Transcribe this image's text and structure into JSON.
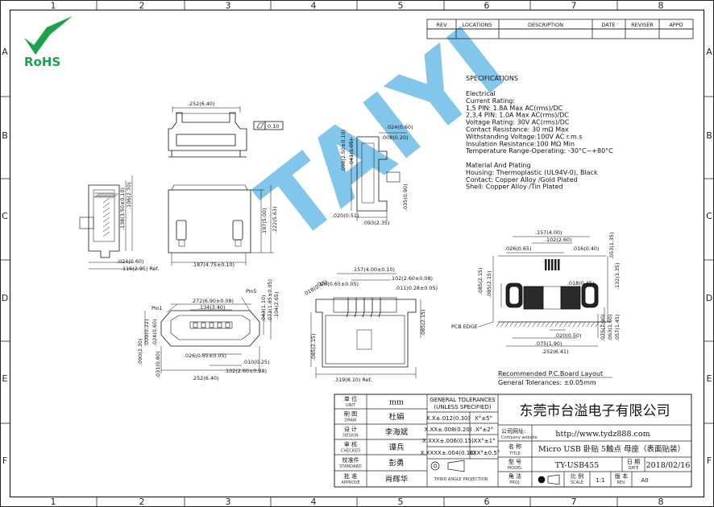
{
  "zones": {
    "columns": [
      "1",
      "2",
      "3",
      "4",
      "5",
      "6",
      "7",
      "8"
    ],
    "rows": [
      "A",
      "B",
      "C",
      "D",
      "E",
      "F"
    ]
  },
  "logo": {
    "text": "RoHS",
    "color": "#1aa34a"
  },
  "watermark": {
    "text": "TAIYI",
    "color": "#5ab4e6"
  },
  "revision": {
    "headers": [
      "REV",
      "LOCATIONS",
      "DESCRIPTION",
      "DATE",
      "REVISER",
      "APPD"
    ]
  },
  "specs": {
    "title": "SPECIFICATIONS",
    "lines": [
      "Electrical",
      "Current Rating:",
      "1,5 PIN: 1.8A Max AC(rms)/DC",
      "2,3,4 PIN: 1.0A Max AC(rms)/DC",
      "Voltage Rating: 30V AC(rms)/DC",
      "Contact Resistance: 30 mΩ Max",
      "Withstanding Voltage:100V AC r.m.s",
      "Insulation Resistance:100 MΩ Min",
      "Temperature Range-Operating: -30°C~+80°C",
      "",
      "Material And Plating",
      "Housing: Thermoplastic (UL94V-0), Black",
      "Contact: Copper Alloy /Gold Plated",
      "Shell: Copper Alloy /Tin Plated"
    ]
  },
  "pcb": {
    "layout_title": "Recommended P.C.Board Layout",
    "tolerance": "General Tolerances: ±0.05mm",
    "edge_label": "PCB EDGE"
  },
  "dims": {
    "top_width": ".252(6.40)",
    "flatness": "0.10",
    "side_h1": ".106(2.70)",
    "side_h2": ".138(3.50±0.10)",
    "side_b1": ".024(0.60)",
    "side_b2": ".116(2.95) Ref.",
    "body_w": ".187(4.75±0.10)",
    "body_h1": ".197(5.00)",
    "body_h2": ".222(5.63)",
    "rs_a": ".024(0.60)",
    "rs_b": ".008(0.20)",
    "rs_c": ".041(1.05)",
    "rs_d": ".098(2.50±0.10)",
    "rs_e": ".035(0.90)",
    "rs_f": ".020(0.51)",
    "rs_g": ".093(2.35)",
    "fr_pin5": "Pin5",
    "fr_pin1": "Pin1",
    "fr_a": ".272(6.90±0.08)",
    "fr_b": ".134(3.40)",
    "fr_c": ".104(2.65)",
    "fr_d": ".073(1.85±0.05)",
    "fr_e": ".043(1.10)",
    "fr_f": ".009(0.22)",
    "fr_g": ".024(0.60)",
    "fr_h": ".090(2.30)",
    "fr_i": ".031(0.80)",
    "fr_j": ".026(0.65±0.05)",
    "fr_k": ".010(0.25)",
    "fr_l": ".102(2.60±0.08)",
    "fr_m": ".252(6.40)",
    "bk_a": ".157(4.00±0.10)",
    "bk_b": ".026(0.65±0.05)",
    "bk_c": ".102(2.60±0.08)",
    "bk_d": ".011(0.28±0.05)",
    "bk_e": ".018(0.45)",
    "bk_f": ".085(2.15)",
    "bk_g": ".085(2.15)",
    "bk_h": ".319(8.10) Ref.",
    "pc_a": ".157(4.00)",
    "pc_b": ".102(2.60)",
    "pc_c": ".026(0.65)",
    "pc_d": ".016(0.40)",
    "pc_e": ".053(1.35)",
    "pc_f": ".085(2.15)",
    "pc_g": ".085(2.15)",
    "pc_h": ".018(0.45)",
    "pc_i": ".132(3.35)",
    "pc_j": ".075(1.90)",
    "pc_k": ".063(1.60)",
    "pc_l": ".057(1.45)",
    "pc_m": ".020(0.50)",
    "pc_n": ".075(1.90)",
    "pc_o": ".252(6.41)"
  },
  "title_block": {
    "rows": [
      {
        "cn": "单  位",
        "en": "UNIT",
        "value": "mm"
      },
      {
        "cn": "制  图",
        "en": "DRAW",
        "value": "杜娟"
      },
      {
        "cn": "设  计",
        "en": "DESIGN",
        "value": "李海斌"
      },
      {
        "cn": "审  核",
        "en": "CHECKED",
        "value": "谭兵"
      },
      {
        "cn": "校准件",
        "en": "STANDARD",
        "value": "彭勇"
      },
      {
        "cn": "批  准",
        "en": "APPROVE",
        "value": "肖辉华"
      }
    ],
    "tol_title": "GENERAL TOLERANCES",
    "tol_sub": "(UNLESS SPECIFIED)",
    "tol_rows": [
      {
        "a": "X.X±.012(0.30)",
        "b": "X°±5°"
      },
      {
        "a": "X.XX±.008(0.20)",
        "b": ".X°±2°"
      },
      {
        "a": "X.XXX±.006(0.15)",
        "b": ".XX°±1°"
      },
      {
        "a": "X.XXXX±.004(0.10)",
        "b": ".XXX°±0.5°"
      }
    ],
    "projection": "THIRD ANGLE PROJECTION",
    "company": "东莞市台溢电子有限公司",
    "website_cn": "公司网址:",
    "website_en": "Company website",
    "url": "http://www.tydz888.com",
    "name_cn": "名  称",
    "name_en": "TITLE",
    "title": "Micro USB 卧贴 5触点 母座（表面贴装）",
    "model_cn": "型  号",
    "model_en": "MODEL",
    "model": "TY-USB455",
    "date_cn": "日  期",
    "date_en": "DATE",
    "date": "2018/02/16",
    "proj_cn": "角  法",
    "proj_en": "PROJ.",
    "scale_cn": "比  例",
    "scale_en": "SCALE",
    "scale": "1:1",
    "rev_cn": "版  本",
    "rev_en": "REV.",
    "rev": "A0"
  }
}
